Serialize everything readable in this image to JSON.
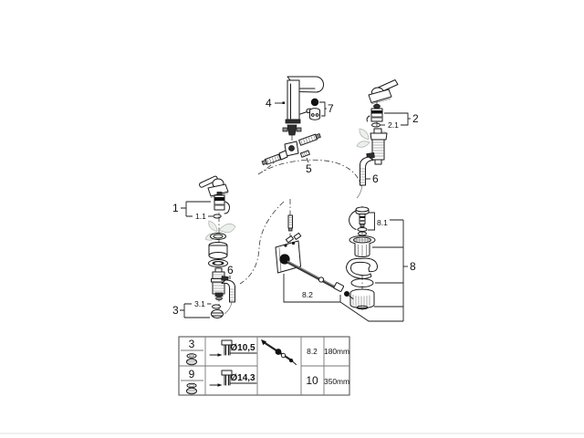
{
  "colors": {
    "ink": "#1a1a1a",
    "leaf_decoration": "#b4bab4",
    "page_divider": "#ececec"
  },
  "callouts": {
    "part1": "1",
    "part1_1": "1.1",
    "part2": "2",
    "part2_1": "2.1",
    "part3": "3",
    "part3_1": "3.1",
    "part4": "4",
    "part5": "5",
    "part6_left": "6",
    "part6_right": "6",
    "part7": "7",
    "part8": "8",
    "part8_1": "8.1",
    "part8_2": "8.2"
  },
  "table": {
    "rows": [
      {
        "part_no": "3",
        "diameter": "Ø10,5",
        "rod_ref": "8.2",
        "rod_length": "180mm"
      },
      {
        "part_no": "9",
        "diameter": "Ø14,3",
        "rod_ref": "10",
        "rod_length": "350mm"
      }
    ]
  }
}
